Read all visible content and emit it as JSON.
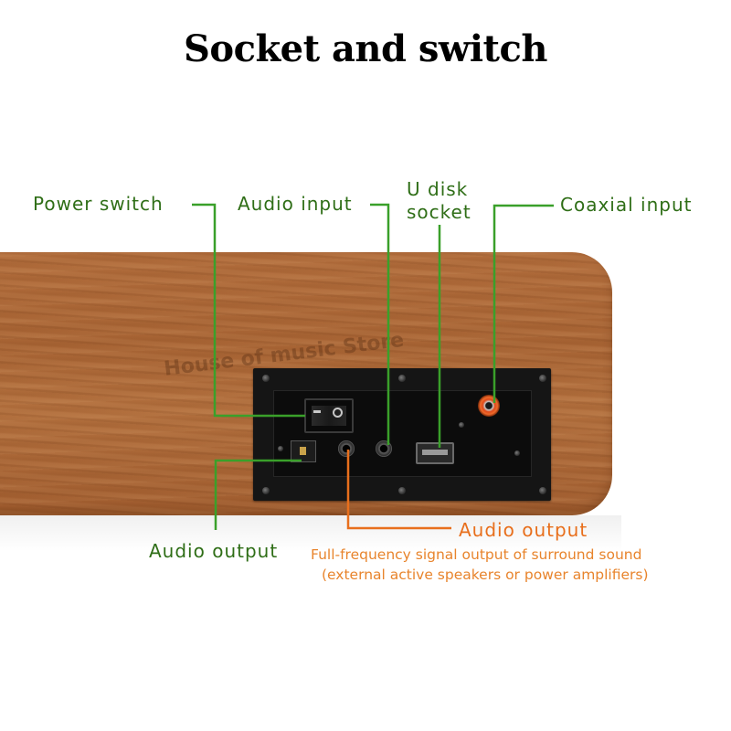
{
  "title": "Socket and switch",
  "watermark": "House of music Store",
  "labels": {
    "power_switch": "Power switch",
    "audio_input": "Audio input",
    "u_disk_line1": "U disk",
    "u_disk_line2": "socket",
    "coaxial_input": "Coaxial input",
    "audio_output_left": "Audio output",
    "audio_output_right": "Audio output"
  },
  "description": {
    "line1": "Full-frequency signal output of surround sound",
    "line2": "(external active speakers or power amplifiers)"
  },
  "colors": {
    "callout_green": "#2f6e17",
    "line_green": "#3aa02a",
    "callout_orange": "#e86f1c",
    "wood": "#a96535",
    "panel": "#151515"
  }
}
